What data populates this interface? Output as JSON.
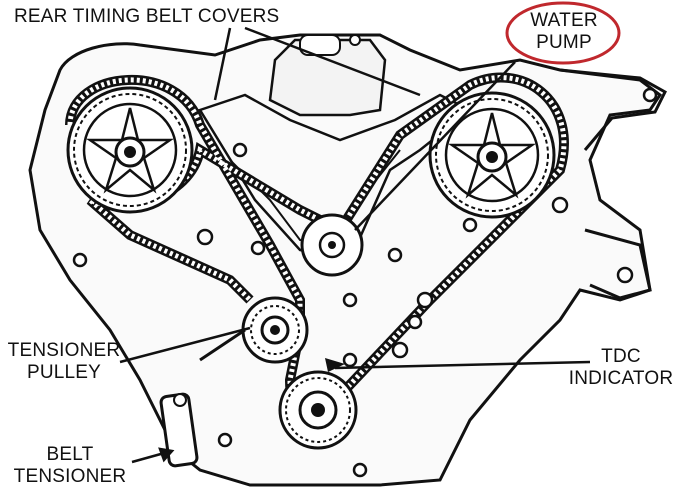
{
  "labels": {
    "rear_timing_belt_covers": "REAR TIMING BELT COVERS",
    "water_pump_line1": "WATER",
    "water_pump_line2": "PUMP",
    "tensioner_pulley_line1": "TENSIONER",
    "tensioner_pulley_line2": "PULLEY",
    "tdc_indicator_line1": "TDC",
    "tdc_indicator_line2": "INDICATOR",
    "belt_tensioner_line1": "BELT",
    "belt_tensioner_line2": "TENSIONER"
  },
  "colors": {
    "line": "#111111",
    "highlight_circle": "#c0282d",
    "background": "#ffffff"
  }
}
